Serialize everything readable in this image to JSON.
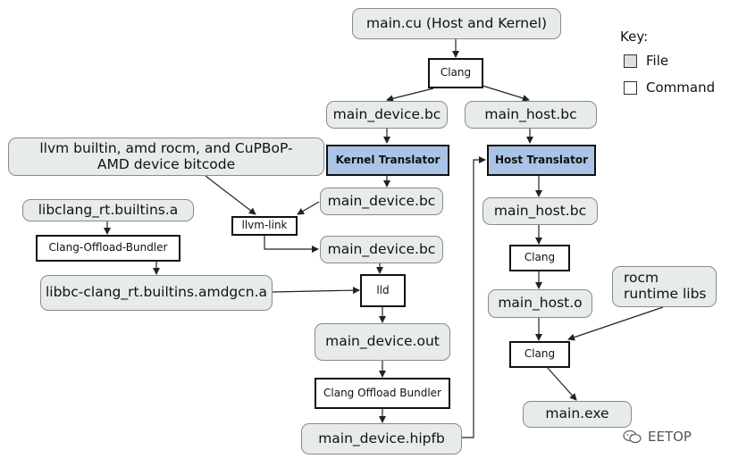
{
  "nodes": {
    "main_cu": "main.cu (Host and Kernel)",
    "clang_top": "Clang",
    "main_device_bc_1": "main_device.bc",
    "main_host_bc_1": "main_host.bc",
    "bitcode_libs": "llvm builtin, amd rocm, and CuPBoP-AMD device bitcode",
    "kernel_translator": "Kernel Translator",
    "host_translator": "Host Translator",
    "main_device_bc_2": "main_device.bc",
    "main_host_bc_2": "main_host.bc",
    "libclang_rt": "libclang_rt.builtins.a",
    "llvm_link": "llvm-link",
    "clang_offload_bundler_1": "Clang-Offload-Bundler",
    "main_device_bc_3": "main_device.bc",
    "clang_mid": "Clang",
    "libbc": "libbc-clang_rt.builtins.amdgcn.a",
    "lld": "lld",
    "main_host_o": "main_host.o",
    "rocm_libs": "rocm runtime libs",
    "main_device_out": "main_device.out",
    "clang_bottom": "Clang",
    "clang_offload_bundler_2": "Clang Offload Bundler",
    "main_exe": "main.exe",
    "main_device_hipfb": "main_device.hipfb"
  },
  "key": {
    "title": "Key:",
    "file_label": "File",
    "command_label": "Command"
  },
  "colors": {
    "file_fill": "#e8ebeb",
    "translator_fill": "#a9c4e6",
    "command_fill": "#ffffff"
  },
  "watermark": {
    "text": "EETOP",
    "icon": "wechat-icon"
  }
}
